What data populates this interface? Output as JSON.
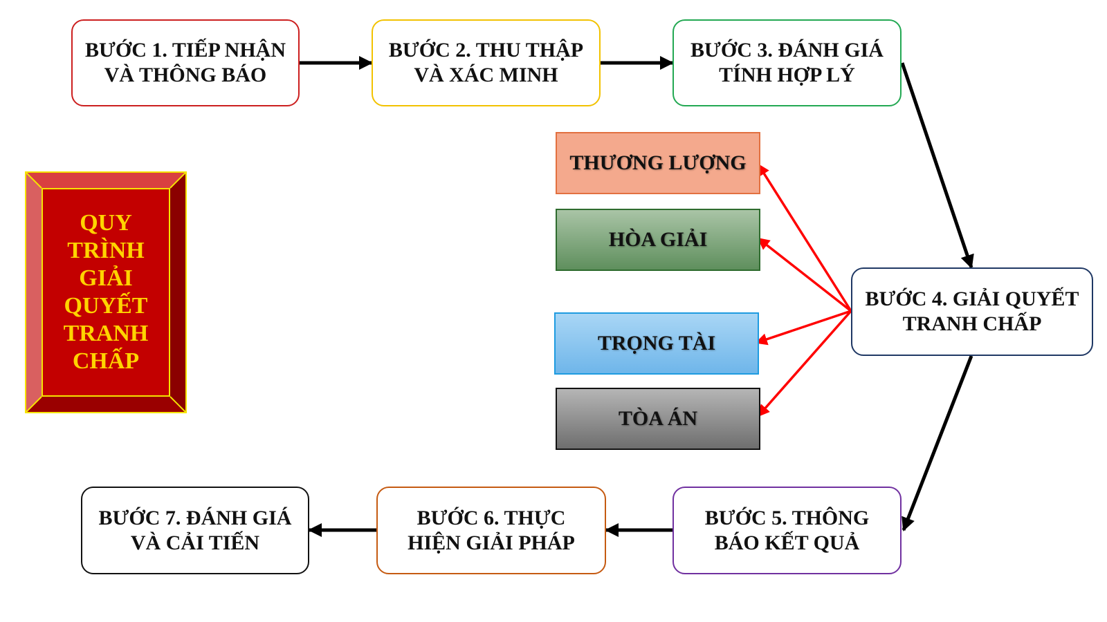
{
  "title": {
    "lines": [
      "QUY",
      "TRÌNH",
      "GIẢI",
      "QUYẾT",
      "TRANH",
      "CHẤP"
    ],
    "fill_color": "#c30000",
    "text_color": "#ffd400",
    "border_color": "#f5e400"
  },
  "steps": [
    {
      "id": "step1",
      "line1": "BƯỚC 1. TIẾP NHẬN",
      "line2": "VÀ THÔNG BÁO",
      "border_color": "#cc1f1f"
    },
    {
      "id": "step2",
      "line1": "BƯỚC 2. THU THẬP",
      "line2": "VÀ XÁC MINH",
      "border_color": "#f2c200"
    },
    {
      "id": "step3",
      "line1": "BƯỚC 3. ĐÁNH GIÁ",
      "line2": "TÍNH HỢP LÝ",
      "border_color": "#22a852"
    },
    {
      "id": "step4",
      "line1": "BƯỚC 4. GIẢI QUYẾT",
      "line2": "TRANH CHẤP",
      "border_color": "#1f3864"
    },
    {
      "id": "step5",
      "line1": "BƯỚC 5. THÔNG",
      "line2": "BÁO KẾT QUẢ",
      "border_color": "#7030a0"
    },
    {
      "id": "step6",
      "line1": "BƯỚC 6. THỰC",
      "line2": "HIỆN GIẢI PHÁP",
      "border_color": "#c55a11"
    },
    {
      "id": "step7",
      "line1": "BƯỚC 7. ĐÁNH GIÁ",
      "line2": "VÀ CẢI TIẾN",
      "border_color": "#111111"
    }
  ],
  "methods": [
    {
      "id": "negotiation",
      "label": "THƯƠNG LƯỢNG",
      "fill": "#f4a98d",
      "border": "#e2703f"
    },
    {
      "id": "mediation",
      "label": "HÒA GIẢI",
      "fill_top": "#a9c4a6",
      "fill_bottom": "#5f8f5d",
      "border": "#2e6b2e"
    },
    {
      "id": "arbitration",
      "label": "TRỌNG TÀI",
      "fill_top": "#a9d6f5",
      "fill_bottom": "#6fb6ea",
      "border": "#1e9be0"
    },
    {
      "id": "court",
      "label": "TÒA ÁN",
      "fill_top": "#b5b5b5",
      "fill_bottom": "#6e6e6e",
      "border": "#111111"
    }
  ],
  "colors": {
    "flow_arrow": "#000000",
    "branch_arrow": "#ff0000"
  }
}
